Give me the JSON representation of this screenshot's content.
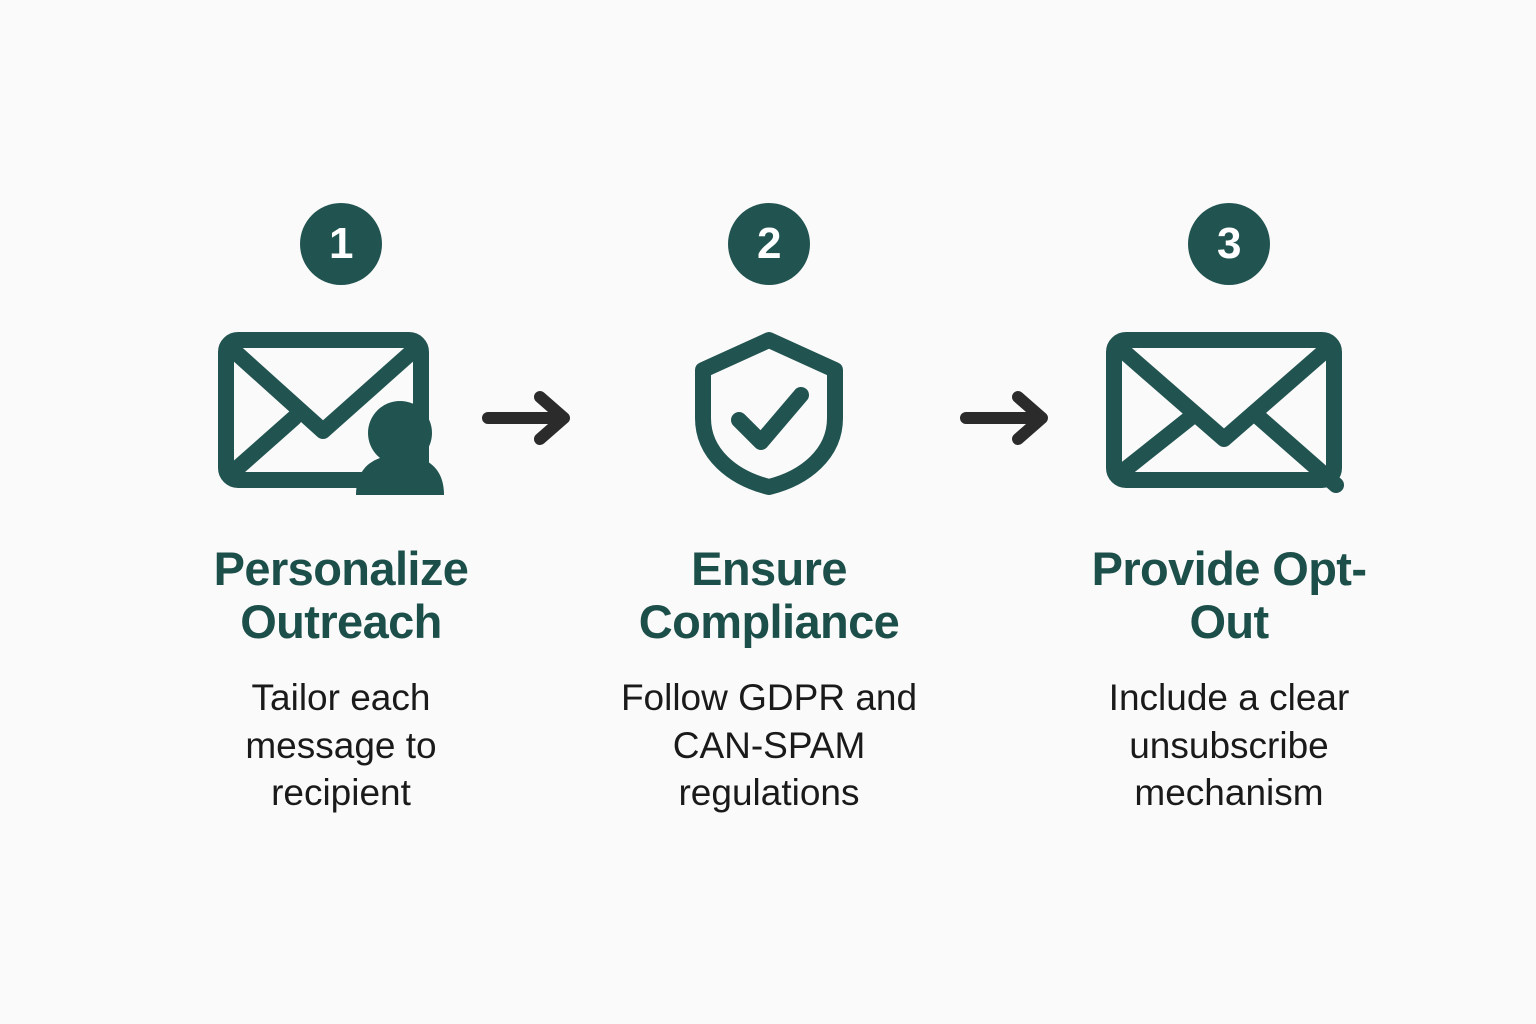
{
  "theme": {
    "background": "#fafafa",
    "accent_teal": "#215450",
    "title_color": "#1d4f4a",
    "body_text_color": "#1a1a1a",
    "arrow_color": "#2b2b2b",
    "badge_text_color": "#ffffff"
  },
  "steps": [
    {
      "number": "1",
      "icon": "envelope-with-person-icon",
      "title": "Personalize Outreach",
      "description": "Tailor each message to recipient"
    },
    {
      "number": "2",
      "icon": "shield-check-icon",
      "title": "Ensure Compliance",
      "description": "Follow GDPR and CAN-SPAM regulations"
    },
    {
      "number": "3",
      "icon": "envelope-unsubscribe-icon",
      "title": "Provide Opt-Out",
      "description": "Include a clear unsubscribe mechanism"
    }
  ],
  "connectors": [
    {
      "name": "arrow-right-1",
      "glyph": "arrow-right"
    },
    {
      "name": "arrow-right-2",
      "glyph": "arrow-right"
    }
  ]
}
